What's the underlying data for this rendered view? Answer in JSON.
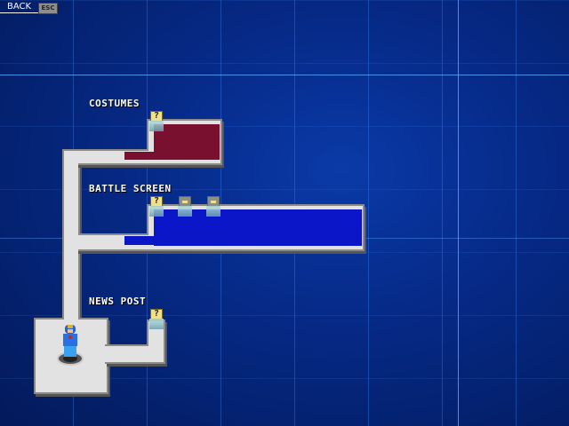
{
  "header": {
    "back_label": "BACK",
    "esc_key": "ESC"
  },
  "rooms": [
    {
      "label": "COSTUMES",
      "color": "#7a1030"
    },
    {
      "label": "BATTLE SCREEN",
      "color": "#0a16c8"
    },
    {
      "label": "NEWS POST"
    }
  ],
  "terminal_question": "?"
}
